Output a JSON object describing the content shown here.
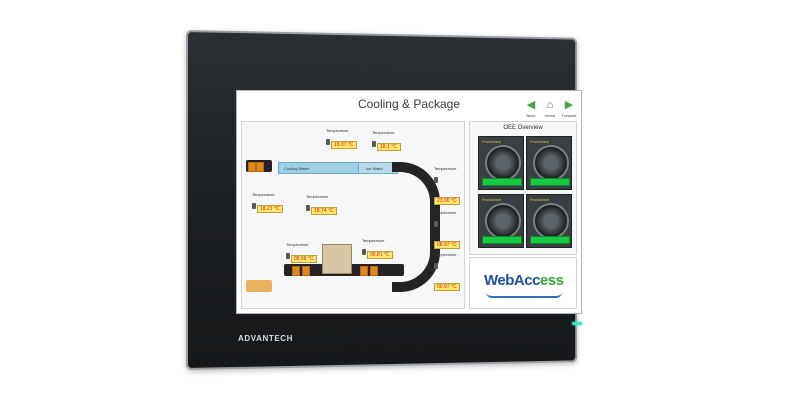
{
  "device": {
    "brand": "ADVANTECH"
  },
  "screen": {
    "title": "Cooling & Package",
    "nav": [
      {
        "label": "Back",
        "icon": "arrow-left-icon"
      },
      {
        "label": "Home",
        "icon": "home-icon"
      },
      {
        "label": "Forward",
        "icon": "arrow-right-icon"
      }
    ],
    "process": {
      "tanks": [
        "Cooling Water",
        "Ice Water"
      ],
      "temperatures": [
        {
          "label": "Temperature",
          "value": "18.07 °C"
        },
        {
          "label": "Temperature",
          "value": "18.1 °C"
        },
        {
          "label": "Temperature",
          "value": "18.21 °C"
        },
        {
          "label": "Temperature",
          "value": "18.74 °C"
        },
        {
          "label": "Temperature",
          "value": "23.00 °C"
        },
        {
          "label": "Temperature",
          "value": "08.97 °C"
        },
        {
          "label": "Temperature",
          "value": "09.58 °C"
        },
        {
          "label": "Temperature",
          "value": "05.81 °C"
        },
        {
          "label": "Temperature",
          "value": "09.97 °C"
        }
      ]
    },
    "oee": {
      "title": "OEE Overview",
      "gauges": [
        {
          "label": "Production"
        },
        {
          "label": "Production"
        },
        {
          "label": "Production"
        },
        {
          "label": "Production"
        }
      ]
    },
    "logo": {
      "text_main": "WebAcc",
      "text_accent": "ess"
    }
  },
  "colors": {
    "bezel": "#1d2023",
    "temp_value_bg": "#ffe56b",
    "temp_value_text": "#c92a1a",
    "gauge_bar": "#18c943",
    "logo_blue": "#1c4fa1",
    "logo_green": "#3aa53a",
    "led": "#38e5c9"
  }
}
